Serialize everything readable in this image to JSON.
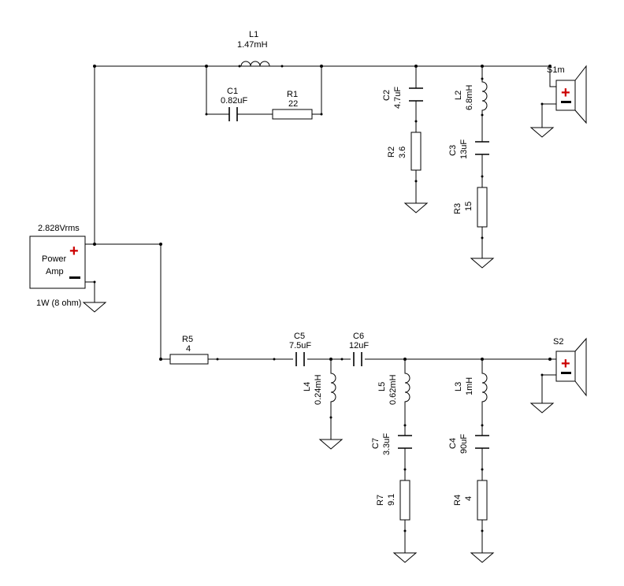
{
  "source": {
    "voltage": "2.828Vrms",
    "name_line1": "Power",
    "name_line2": "Amp",
    "power": "1W (8 ohm)",
    "plus": "+",
    "minus": "−"
  },
  "components": {
    "L1": {
      "ref": "L1",
      "value": "1.47mH"
    },
    "C1": {
      "ref": "C1",
      "value": "0.82uF"
    },
    "R1": {
      "ref": "R1",
      "value": "22"
    },
    "C2": {
      "ref": "C2",
      "value": "4.7uF"
    },
    "R2": {
      "ref": "R2",
      "value": "3.6"
    },
    "L2": {
      "ref": "L2",
      "value": "6.8mH"
    },
    "C3": {
      "ref": "C3",
      "value": "13uF"
    },
    "R3": {
      "ref": "R3",
      "value": "15"
    },
    "R5": {
      "ref": "R5",
      "value": "4"
    },
    "C5": {
      "ref": "C5",
      "value": "7.5uF"
    },
    "C6": {
      "ref": "C6",
      "value": "12uF"
    },
    "L4": {
      "ref": "L4",
      "value": "0.24mH"
    },
    "L5": {
      "ref": "L5",
      "value": "0.62mH"
    },
    "C7": {
      "ref": "C7",
      "value": "3.3uF"
    },
    "R7": {
      "ref": "R7",
      "value": "9.1"
    },
    "L3": {
      "ref": "L3",
      "value": "1mH"
    },
    "C4": {
      "ref": "C4",
      "value": "90uF"
    },
    "R4": {
      "ref": "R4",
      "value": "4"
    }
  },
  "speakers": {
    "S1m": {
      "ref": "S1m",
      "plus": "+",
      "minus": "−"
    },
    "S2": {
      "ref": "S2",
      "plus": "+",
      "minus": "−"
    }
  }
}
